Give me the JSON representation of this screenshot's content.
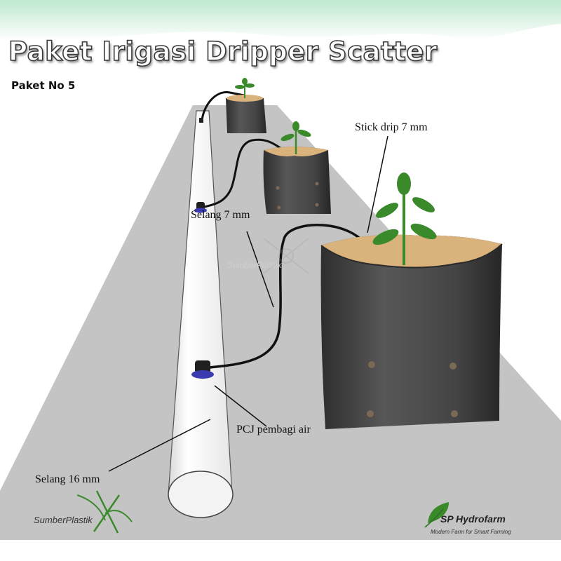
{
  "header": {
    "title": "Paket Irigasi Dripper Scatter",
    "subtitle": "Paket No 5"
  },
  "labels": {
    "stick_drip": "Stick drip 7 mm",
    "selang_7": "Selang 7 mm",
    "pcj": "PCJ pembagi air",
    "selang_16": "Selang 16 mm"
  },
  "branding": {
    "left_logo": "SumberPlastik",
    "watermark": "SumberPlastik",
    "right_logo": "SP Hydrofarm",
    "right_tagline": "Modern Farm for Smart Farming"
  },
  "colors": {
    "floor": "#c4c4c4",
    "pipe": "#f7f7f7",
    "pot": "#4a4a4a",
    "soil": "#d9b27c",
    "leaf": "#3a8a2c",
    "hose": "#111111"
  },
  "icons": {
    "left_logo": "leaf-star-icon",
    "right_logo": "leaf-icon",
    "connector": "pcj-connector-icon"
  }
}
